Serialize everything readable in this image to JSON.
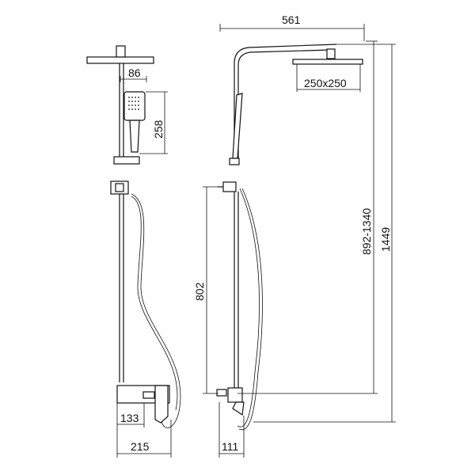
{
  "dimensions": {
    "front_arm_width": "86",
    "front_handshower_height": "258",
    "front_spout_offset": "133",
    "front_mixer_width": "215",
    "side_projection": "561",
    "head_size": "250x250",
    "side_inlet_height": "802",
    "side_adjust_range": "892-1340",
    "side_total_height": "1449",
    "side_depth": "111"
  }
}
